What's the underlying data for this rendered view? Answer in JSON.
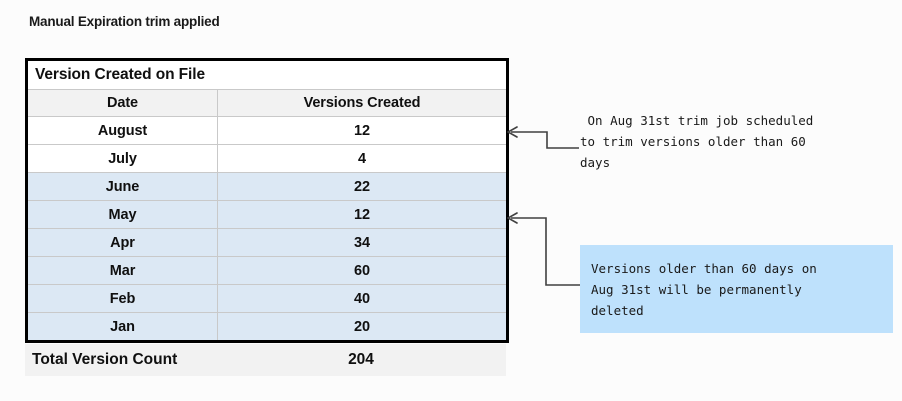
{
  "page": {
    "title": "Manual Expiration trim applied",
    "background_color": "#FCFCFC"
  },
  "table": {
    "caption": "Version Created on File",
    "columns": [
      "Date",
      "Versions Created"
    ],
    "rows": [
      {
        "date": "August",
        "versions": "12",
        "shaded": false
      },
      {
        "date": "July",
        "versions": "4",
        "shaded": false
      },
      {
        "date": "June",
        "versions": "22",
        "shaded": true
      },
      {
        "date": "May",
        "versions": "12",
        "shaded": true
      },
      {
        "date": "Apr",
        "versions": "34",
        "shaded": true
      },
      {
        "date": "Mar",
        "versions": "60",
        "shaded": true
      },
      {
        "date": "Feb",
        "versions": "40",
        "shaded": true
      },
      {
        "date": "Jan",
        "versions": "20",
        "shaded": true
      }
    ],
    "total_label": "Total Version Count",
    "total_value": "204",
    "shade_color": "#DCE8F4",
    "header_color": "#F2F2F2",
    "border_color": "#000000"
  },
  "annotations": {
    "first": {
      "text": " On Aug 31st trim job scheduled\nto trim versions older than 60\ndays",
      "points_to": "August row"
    },
    "second": {
      "text": "Versions older than 60 days on\nAug 31st will be permanently\ndeleted",
      "points_to": "May row",
      "background_color": "#BEE1FC"
    }
  }
}
